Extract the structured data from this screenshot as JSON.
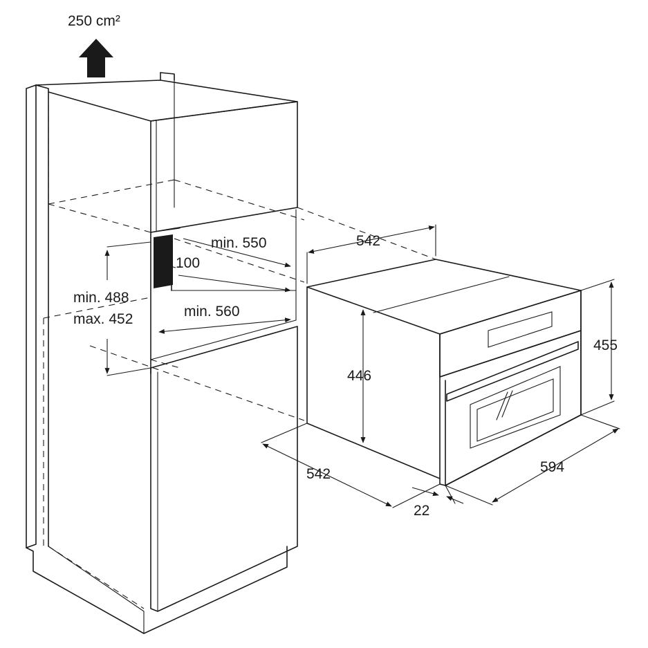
{
  "colors": {
    "line": "#1a1a1a",
    "background": "#ffffff",
    "fill_dark": "#1a1a1a"
  },
  "icons": {
    "airflow_arrow": "up-arrow-icon"
  },
  "labels": {
    "vent_area": "250 cm²",
    "cabinet_depth_min": "min. 550",
    "vent_slot": "100",
    "niche_height_min": "min. 488",
    "niche_height_max": "max. 452",
    "niche_width_min": "min. 560",
    "oven_depth_top": "542",
    "oven_height_body": "446",
    "oven_height_front": "455",
    "oven_depth_bottom": "542",
    "oven_width": "594",
    "front_panel_depth": "22"
  }
}
